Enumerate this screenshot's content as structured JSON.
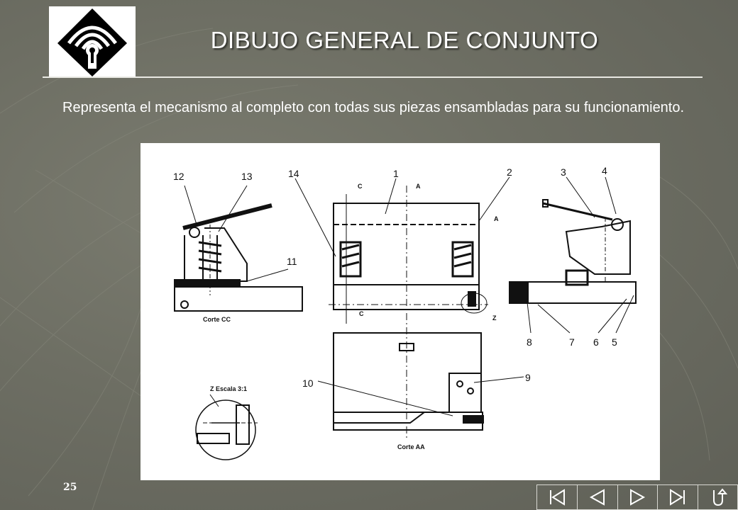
{
  "slide": {
    "title": "DIBUJO GENERAL DE CONJUNTO",
    "body": "Representa el mecanismo al completo con todas sus piezas ensambladas para su funcionamiento.",
    "page_number": "25"
  },
  "drawing": {
    "part_numbers": [
      "1",
      "2",
      "3",
      "4",
      "5",
      "6",
      "7",
      "8",
      "9",
      "10",
      "11",
      "12",
      "13",
      "14"
    ],
    "section_labels": {
      "c_top": "C",
      "a_top": "A",
      "a_side": "A",
      "c_bottom": "C",
      "z_detail": "Z"
    },
    "captions": {
      "corte_cc": "Corte CC",
      "corte_aa": "Corte AA",
      "detail": "Z  Escala 3:1"
    }
  },
  "nav": {
    "buttons": [
      "first-slide-icon",
      "previous-slide-icon",
      "next-slide-icon",
      "last-slide-icon",
      "return-icon"
    ]
  },
  "colors": {
    "background": "#6d6e63",
    "text": "#ffffff",
    "drawing_bg": "#ffffff"
  }
}
